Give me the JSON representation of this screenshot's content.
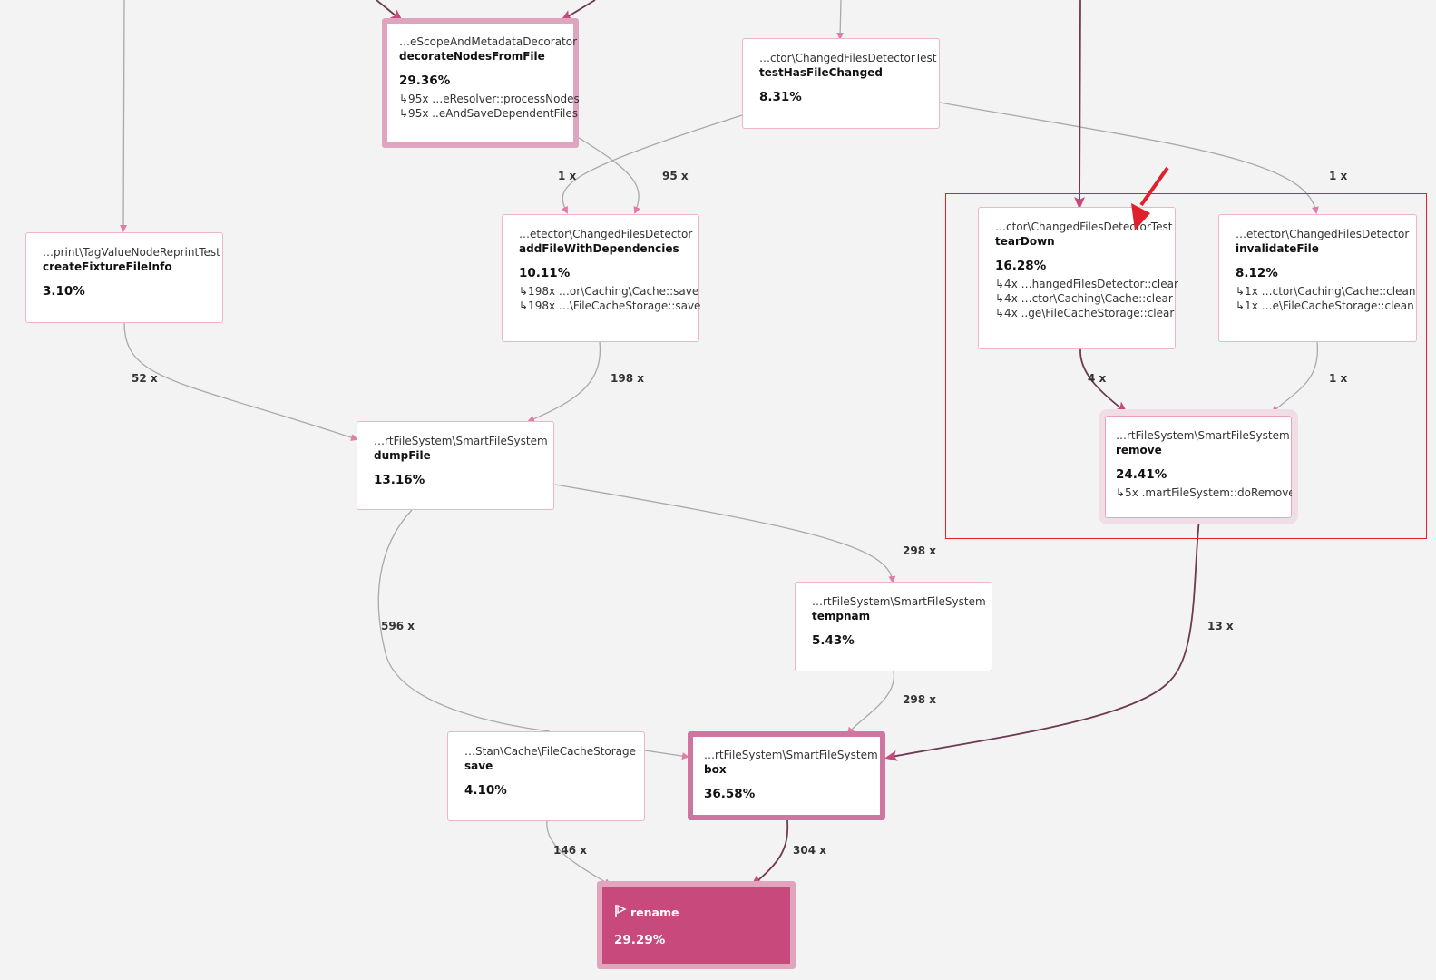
{
  "nodes": {
    "decorate": {
      "ns": "…eScopeAndMetadataDecorator",
      "fn": "decorateNodesFromFile",
      "pct": "29.36%",
      "callees": [
        "↳95x …eResolver::processNodes",
        "↳95x ..eAndSaveDependentFiles"
      ]
    },
    "testHasFileChanged": {
      "ns": "…ctor\\ChangedFilesDetectorTest",
      "fn": "testHasFileChanged",
      "pct": "8.31%"
    },
    "createFixture": {
      "ns": "…print\\TagValueNodeReprintTest",
      "fn": "createFixtureFileInfo",
      "pct": "3.10%"
    },
    "addFile": {
      "ns": "…etector\\ChangedFilesDetector",
      "fn": "addFileWithDependencies",
      "pct": "10.11%",
      "callees": [
        "↳198x …or\\Caching\\Cache::save",
        "↳198x …\\FileCacheStorage::save"
      ]
    },
    "tearDown": {
      "ns": "…ctor\\ChangedFilesDetectorTest",
      "fn": "tearDown",
      "pct": "16.28%",
      "callees": [
        "↳4x …hangedFilesDetector::clear",
        "↳4x …ctor\\Caching\\Cache::clear",
        "↳4x ..ge\\FileCacheStorage::clear"
      ]
    },
    "invalidate": {
      "ns": "…etector\\ChangedFilesDetector",
      "fn": "invalidateFile",
      "pct": "8.12%",
      "callees": [
        "↳1x …ctor\\Caching\\Cache::clean",
        "↳1x …e\\FileCacheStorage::clean"
      ]
    },
    "dumpFile": {
      "ns": "…rtFileSystem\\SmartFileSystem",
      "fn": "dumpFile",
      "pct": "13.16%"
    },
    "remove": {
      "ns": "…rtFileSystem\\SmartFileSystem",
      "fn": "remove",
      "pct": "24.41%",
      "callees": [
        "↳5x .martFileSystem::doRemove"
      ]
    },
    "tempnam": {
      "ns": "…rtFileSystem\\SmartFileSystem",
      "fn": "tempnam",
      "pct": "5.43%"
    },
    "save": {
      "ns": "…Stan\\Cache\\FileCacheStorage",
      "fn": "save",
      "pct": "4.10%"
    },
    "box": {
      "ns": "…rtFileSystem\\SmartFileSystem",
      "fn": "box",
      "pct": "36.58%"
    },
    "rename": {
      "fn": "rename",
      "pct": "29.29%",
      "icon": "flag-icon"
    }
  },
  "edge_labels": {
    "e1": "1 x",
    "e2": "95 x",
    "e3": "1 x",
    "e4": "52 x",
    "e5": "198 x",
    "e6": "4 x",
    "e7": "1 x",
    "e8": "298 x",
    "e9": "596 x",
    "e10": "13 x",
    "e11": "298 x",
    "e12": "146 x",
    "e13": "304 x"
  },
  "colors": {
    "background": "#f3f3f3",
    "target_fill": "#c84a7c",
    "edge_light": "#a9a9a9",
    "edge_strong": "#6e3a52",
    "arrowhead": "#d0437c",
    "callout": "#e0202b"
  }
}
